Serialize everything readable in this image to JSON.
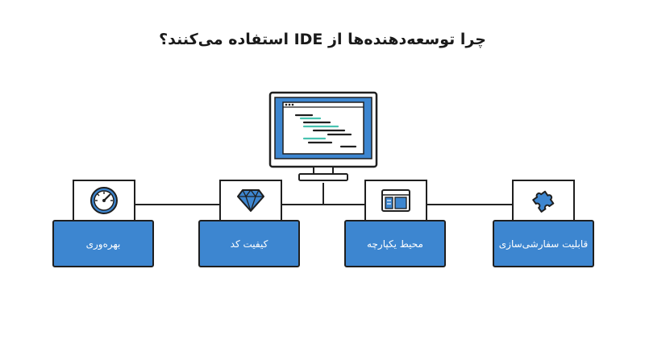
{
  "title": "چرا توسعه‌دهنده‌ها از IDE استفاده می‌کنند؟",
  "nodes": [
    {
      "id": "productivity",
      "label": "بهره‌وری",
      "icon": "speedometer-icon"
    },
    {
      "id": "code-quality",
      "label": "کیفیت کد",
      "icon": "diamond-icon"
    },
    {
      "id": "integrated-environment",
      "label": "محیط یکپارچه",
      "icon": "window-layout-icon"
    },
    {
      "id": "customizability",
      "label": "قابلیت سفارشی‌سازی",
      "icon": "puzzle-piece-icon"
    }
  ],
  "center_icon": "code-monitor-icon",
  "colors": {
    "card_fill": "#3d86d0",
    "outline": "#1f1f1f",
    "screen_frame": "#3d86d0",
    "code_teal": "#48c2b0"
  }
}
